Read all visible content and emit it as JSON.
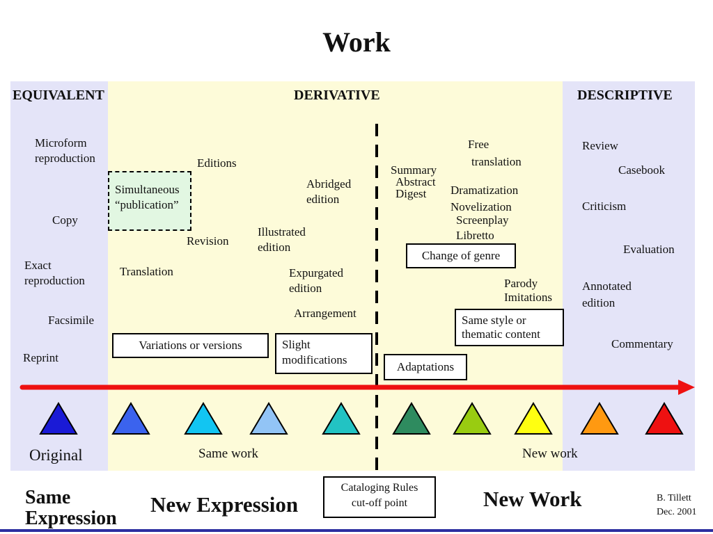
{
  "title": "Work",
  "columns": {
    "equivalent": "EQUIVALENT",
    "derivative": "DERIVATIVE",
    "descriptive": "DESCRIPTIVE"
  },
  "equivalent_items": {
    "microform": [
      "Microform",
      "reproduction"
    ],
    "copy": "Copy",
    "exact": [
      "Exact",
      "reproduction"
    ],
    "facsimile": "Facsimile",
    "reprint": "Reprint"
  },
  "derivative_items": {
    "editions": "Editions",
    "simultaneous": [
      "Simultaneous",
      "“publication”"
    ],
    "revision": "Revision",
    "translation": "Translation",
    "abridged": [
      "Abridged",
      "edition"
    ],
    "illustrated": [
      "Illustrated",
      "edition"
    ],
    "expurgated": [
      "Expurgated",
      "edition"
    ],
    "arrangement": "Arrangement",
    "variations_box": "Variations or versions",
    "slight_box": [
      "Slight",
      "modifications"
    ],
    "summary": [
      "Summary",
      "Abstract",
      "Digest"
    ],
    "free_translation": [
      "Free",
      "translation"
    ],
    "dramatization": [
      "Dramatization",
      "Novelization"
    ],
    "screenplay": [
      "Screenplay",
      "Libretto"
    ],
    "change_genre_box": "Change of genre",
    "parody": [
      "Parody",
      "Imitations"
    ],
    "same_style_box": [
      "Same style or",
      "thematic content"
    ],
    "adaptations_box": "Adaptations"
  },
  "descriptive_items": {
    "review": "Review",
    "casebook": "Casebook",
    "criticism": "Criticism",
    "evaluation": "Evaluation",
    "annotated": [
      "Annotated",
      "edition"
    ],
    "commentary": "Commentary"
  },
  "bottom_labels": {
    "original": "Original",
    "same_work": "Same work",
    "new_work": "New work"
  },
  "footer": {
    "same_expression": [
      "Same",
      "Expression"
    ],
    "new_expression": "New Expression",
    "cataloging_box": [
      "Cataloging Rules",
      "cut-off point"
    ],
    "new_work": "New Work",
    "credit": [
      "B. Tillett",
      "Dec. 2001"
    ]
  },
  "colors": {
    "equivalent_bg": "#e4e4f8",
    "derivative_bg": "#fdfbd9",
    "descriptive_bg": "#e4e4f8",
    "simultaneous_bg": "#e2f7e2",
    "arrow": "#ee1111",
    "bottom_rule": "#2c2ea0"
  },
  "triangles": [
    {
      "name": "original-triangle",
      "color": "#1a1ad6"
    },
    {
      "name": "same-work-triangle-1",
      "color": "#3b63ee"
    },
    {
      "name": "same-work-triangle-2",
      "color": "#12c5f2"
    },
    {
      "name": "same-work-triangle-3",
      "color": "#92c4f6"
    },
    {
      "name": "same-work-triangle-4",
      "color": "#22c3c3"
    },
    {
      "name": "new-work-triangle-1",
      "color": "#2e8b5f"
    },
    {
      "name": "new-work-triangle-2",
      "color": "#99cc11"
    },
    {
      "name": "new-work-triangle-3",
      "color": "#ffff11"
    },
    {
      "name": "new-work-triangle-4",
      "color": "#ff9911"
    },
    {
      "name": "new-work-triangle-5",
      "color": "#ee1111"
    }
  ]
}
